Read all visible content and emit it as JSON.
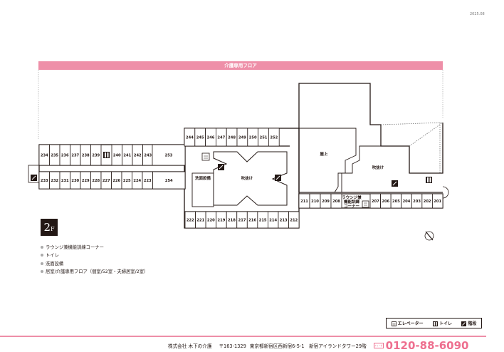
{
  "date": "2025.08",
  "floor_band": "介護専用フロア",
  "floor_badge": {
    "num": "2",
    "suffix": "F"
  },
  "west_wing": {
    "top_rooms": [
      "234",
      "235",
      "236",
      "237",
      "238",
      "239",
      "240",
      "241",
      "242",
      "243"
    ],
    "top_large": "253",
    "bottom_rooms": [
      "233",
      "232",
      "231",
      "230",
      "229",
      "228",
      "227",
      "226",
      "225",
      "224",
      "223"
    ],
    "bottom_large": "254"
  },
  "center": {
    "top_rooms": [
      "244",
      "245",
      "246",
      "247",
      "248",
      "249",
      "250",
      "251",
      "252"
    ],
    "bottom_rooms": [
      "222",
      "221",
      "220",
      "219",
      "218",
      "217",
      "216",
      "215",
      "214",
      "213",
      "212"
    ],
    "atrium_label": "吹抜け",
    "washroom_label": "洗面設備"
  },
  "east": {
    "rooftop_label": "屋上",
    "atrium_label": "吹抜け",
    "rooms_left": [
      "211",
      "210",
      "209",
      "208"
    ],
    "lounge_label": [
      "ラウンジ兼",
      "機能訓練",
      "コーナー"
    ],
    "rooms_right": [
      "207",
      "206",
      "205",
      "204",
      "203",
      "202",
      "201"
    ]
  },
  "legend_list": [
    "ラウンジ兼機能訓練コーナー",
    "トイレ",
    "洗面設備",
    "居室/介護専用フロア（個室/52室・夫婦居室/2室）"
  ],
  "key": {
    "elevator": "エレベーター",
    "toilet": "トイレ",
    "stairs": "階段"
  },
  "footer": {
    "company": "株式会社 木下の介護",
    "postal": "〒163-1329",
    "address": "東京都新宿区西新宿6-5-1　新宿アイランドタワー29階",
    "freedial": "フリーダイヤル",
    "phone": "0120-88-6090"
  },
  "colors": {
    "accent": "#ee8fa8",
    "phone": "#ee6f8f",
    "ink": "#231815"
  }
}
